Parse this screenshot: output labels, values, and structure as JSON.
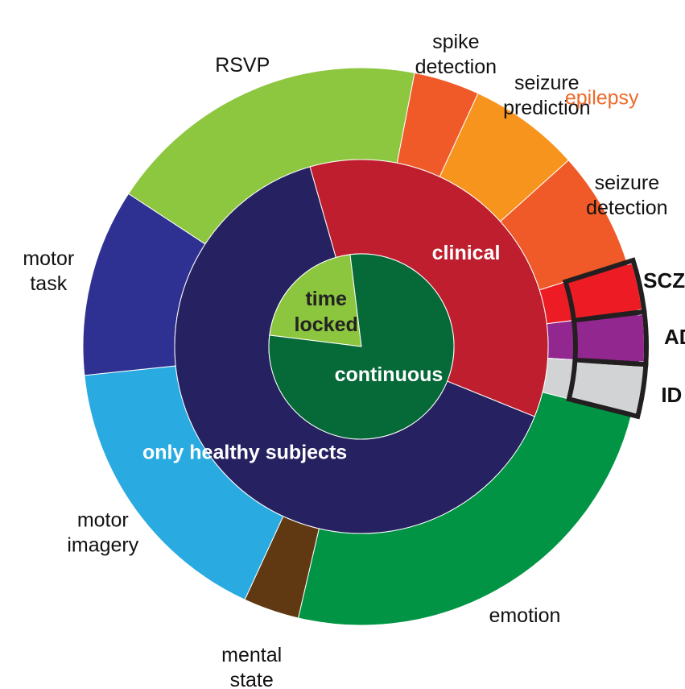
{
  "chart_data": {
    "type": "sunburst",
    "inner_ring": [
      {
        "label": "time locked",
        "lines": [
          "time",
          "locked"
        ],
        "value": 76,
        "color": "#8cc63f"
      },
      {
        "label": "continuous",
        "lines": [
          "continuous"
        ],
        "value": 284,
        "color": "#066938"
      }
    ],
    "middle_ring": [
      {
        "label": "clinical",
        "lines": [
          "clinical"
        ],
        "value": 128,
        "color": "#be1e2d"
      },
      {
        "label": "only healthy subjects",
        "lines": [
          "only healthy subjects"
        ],
        "value": 232,
        "color": "#262261"
      }
    ],
    "outer_ring": [
      {
        "label": "spike detection",
        "lines": [
          "spike",
          "detection"
        ],
        "value": 13,
        "color": "#f05a28"
      },
      {
        "label": "seizure prediction",
        "lines": [
          "seizure",
          "prediction"
        ],
        "value": 22,
        "color": "#f7941d"
      },
      {
        "label": "seizure detection",
        "lines": [
          "seizure",
          "detection"
        ],
        "value": 23,
        "color": "#f05a28"
      },
      {
        "label": "SCZ",
        "lines": [
          "SCZ"
        ],
        "value": 10,
        "color": "#ed1c24",
        "outlined": true
      },
      {
        "label": "AD",
        "lines": [
          "AD"
        ],
        "value": 10,
        "color": "#92278f",
        "outlined": true
      },
      {
        "label": "ID",
        "lines": [
          "ID"
        ],
        "value": 10,
        "color": "#d1d3d4",
        "outlined": true
      },
      {
        "label": "emotion",
        "lines": [
          "emotion"
        ],
        "value": 84,
        "color": "#009444"
      },
      {
        "label": "mental state",
        "lines": [
          "mental",
          "state"
        ],
        "value": 11,
        "color": "#603913"
      },
      {
        "label": "motor imagery",
        "lines": [
          "motor",
          "imagery"
        ],
        "value": 56,
        "color": "#29abe2"
      },
      {
        "label": "motor task",
        "lines": [
          "motor",
          "task"
        ],
        "value": 37,
        "color": "#2e3192"
      },
      {
        "label": "RSVP",
        "lines": [
          "RSVP"
        ],
        "value": 64,
        "color": "#8dc63f"
      }
    ],
    "group_labels": [
      {
        "label": "epilepsy",
        "color": "#ee6a2a"
      }
    ]
  }
}
